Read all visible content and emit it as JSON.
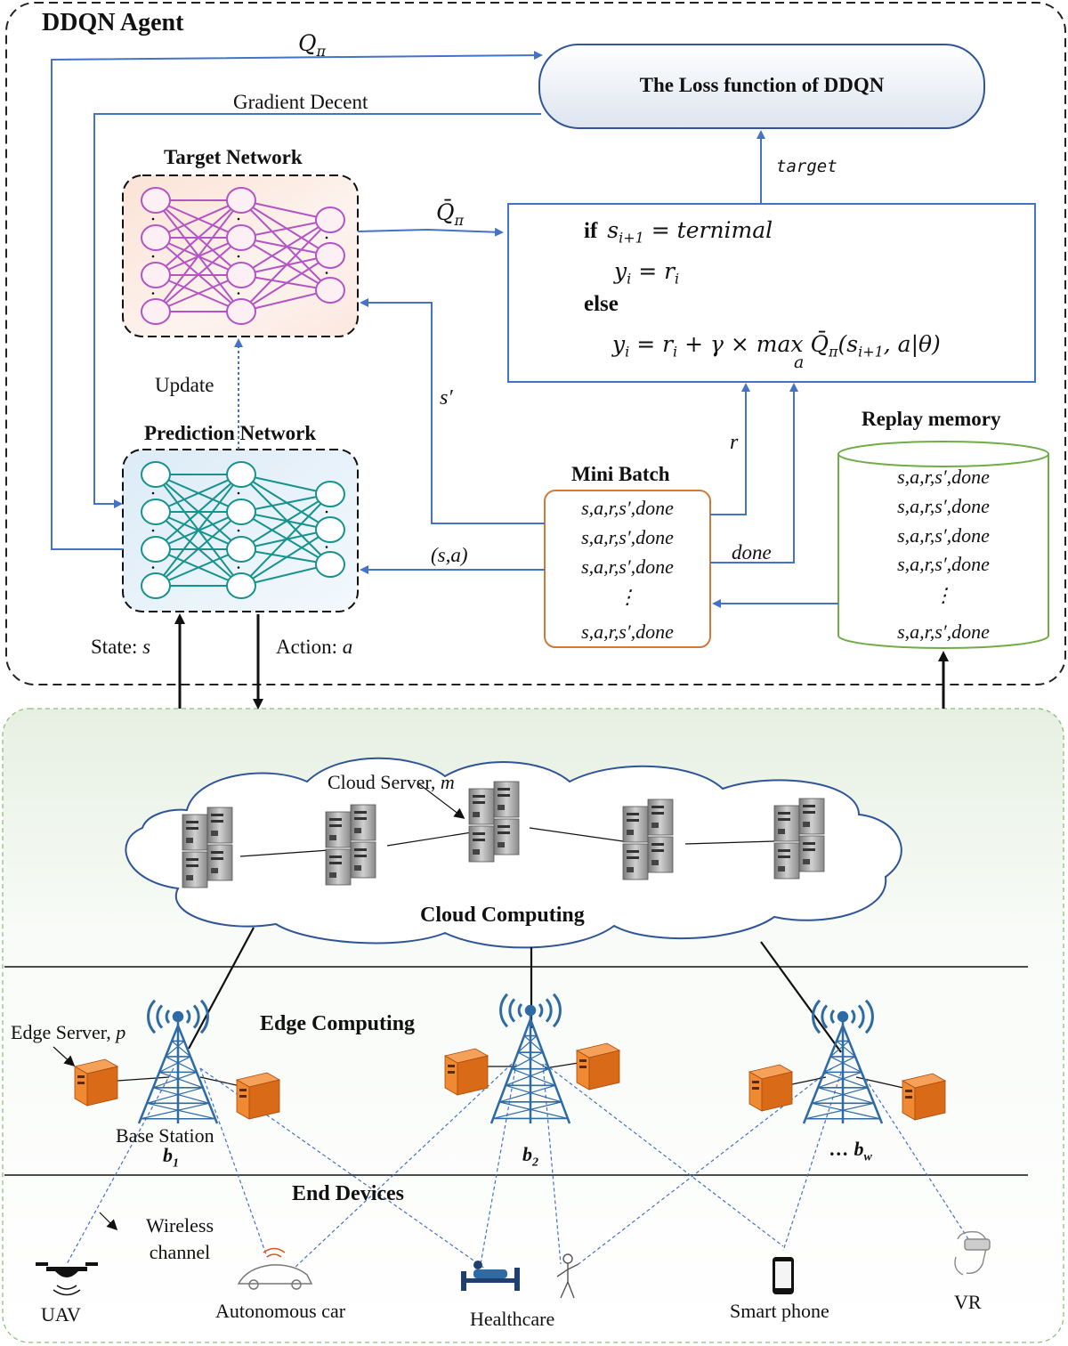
{
  "agent": {
    "title": "DDQN Agent",
    "loss_box": "The Loss function of DDQN",
    "q_pi": "Q",
    "q_pi_sub": "π",
    "q_bar": "Q̄",
    "q_bar_sub": "π",
    "gradient": "Gradient Decent",
    "target_label": "target",
    "target_network": "Target Network",
    "prediction_network": "Prediction Network",
    "update": "Update",
    "s_prime": "s′",
    "r": "r",
    "done": "done",
    "sa": "(s,a)",
    "state": "State: ",
    "state_var": "s",
    "action": "Action: ",
    "action_var": "a",
    "formula": {
      "if_kw": "if",
      "line1": "s",
      "line1_sub": "i+1",
      "line1_rest": " = ternimal",
      "line2": "y",
      "line2_sub": "i",
      "line2_rest": " =  r",
      "line2_sub2": "i",
      "else_kw": "else",
      "line4_a": "y",
      "line4_sub": "i",
      "line4_b": " = r",
      "line4_sub2": "i",
      "line4_c": " + γ × max",
      "line4_under": "a",
      "line4_d": " Q̄",
      "line4_sub3": "π",
      "line4_e": "(s",
      "line4_sub4": "i+1",
      "line4_f": ", a|θ)"
    },
    "mini_batch": {
      "title": "Mini Batch",
      "rows": [
        "s,a,r,s′,done",
        "s,a,r,s′,done",
        "s,a,r,s′,done",
        "⋮",
        "s,a,r,s′,done"
      ]
    },
    "replay": {
      "title": "Replay memory",
      "rows": [
        "s,a,r,s′,done",
        "s,a,r,s′,done",
        "s,a,r,s′,done",
        "s,a,r,s′,done",
        "⋮",
        "s,a,r,s′,done"
      ]
    }
  },
  "env": {
    "cloud_server": "Cloud Server, ",
    "cloud_server_var": "m",
    "cloud_computing": "Cloud Computing",
    "edge_computing": "Edge Computing",
    "edge_server": "Edge Server, ",
    "edge_server_var": "p",
    "base_station": "Base Station",
    "b1": "b",
    "b1_sub": "1",
    "b2": "b",
    "b2_sub": "2",
    "bw_prefix": "… ",
    "bw": "b",
    "bw_sub": "w",
    "end_devices": "End Devices",
    "wireless1": "Wireless",
    "wireless2": "channel",
    "devices": [
      "UAV",
      "Autonomous car",
      "Healthcare",
      "Smart phone",
      "VR"
    ]
  },
  "colors": {
    "arrow_blue": "#4472c4",
    "target_net": "#b355c4",
    "prediction_net": "#17928c",
    "mini_batch_border": "#d07a3a",
    "replay_border": "#70ad47",
    "cloud_border": "#2f5597",
    "tower": "#2e6aa3",
    "edge_server": "#e87722"
  }
}
